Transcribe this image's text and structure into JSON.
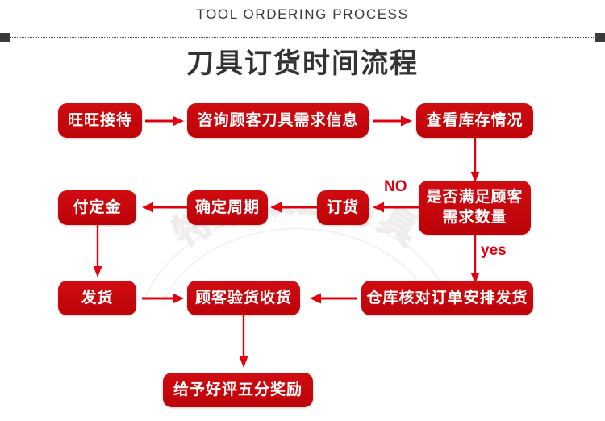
{
  "header": {
    "english_title": "TOOL ORDERING PROCESS",
    "chinese_title": "刀具订货时间流程",
    "divider_color": "#3b3b3b",
    "title_color": "#333333"
  },
  "watermark": {
    "text": "特瑞数控刀具",
    "color": "#f0eeee"
  },
  "theme": {
    "node_red": "#C9040B",
    "arrow_red": "#E3000F",
    "node_text": "#ffffff"
  },
  "flow": {
    "nodes": [
      {
        "id": "n1",
        "label": "旺旺接待"
      },
      {
        "id": "n2",
        "label": "咨询顾客刀具需求信息"
      },
      {
        "id": "n3",
        "label": "查看库存情况"
      },
      {
        "id": "n4",
        "label_line1": "是否满足顾客",
        "label_line2": "需求数量"
      },
      {
        "id": "n5",
        "label": "订货"
      },
      {
        "id": "n6",
        "label": "确定周期"
      },
      {
        "id": "n7",
        "label": "付定金"
      },
      {
        "id": "n8",
        "label": "发货"
      },
      {
        "id": "n9",
        "label": "顾客验货收货"
      },
      {
        "id": "n10",
        "label": "仓库核对订单安排发货"
      },
      {
        "id": "n11",
        "label": "给予好评五分奖励"
      }
    ],
    "edge_labels": {
      "no": "NO",
      "yes": "yes"
    }
  }
}
